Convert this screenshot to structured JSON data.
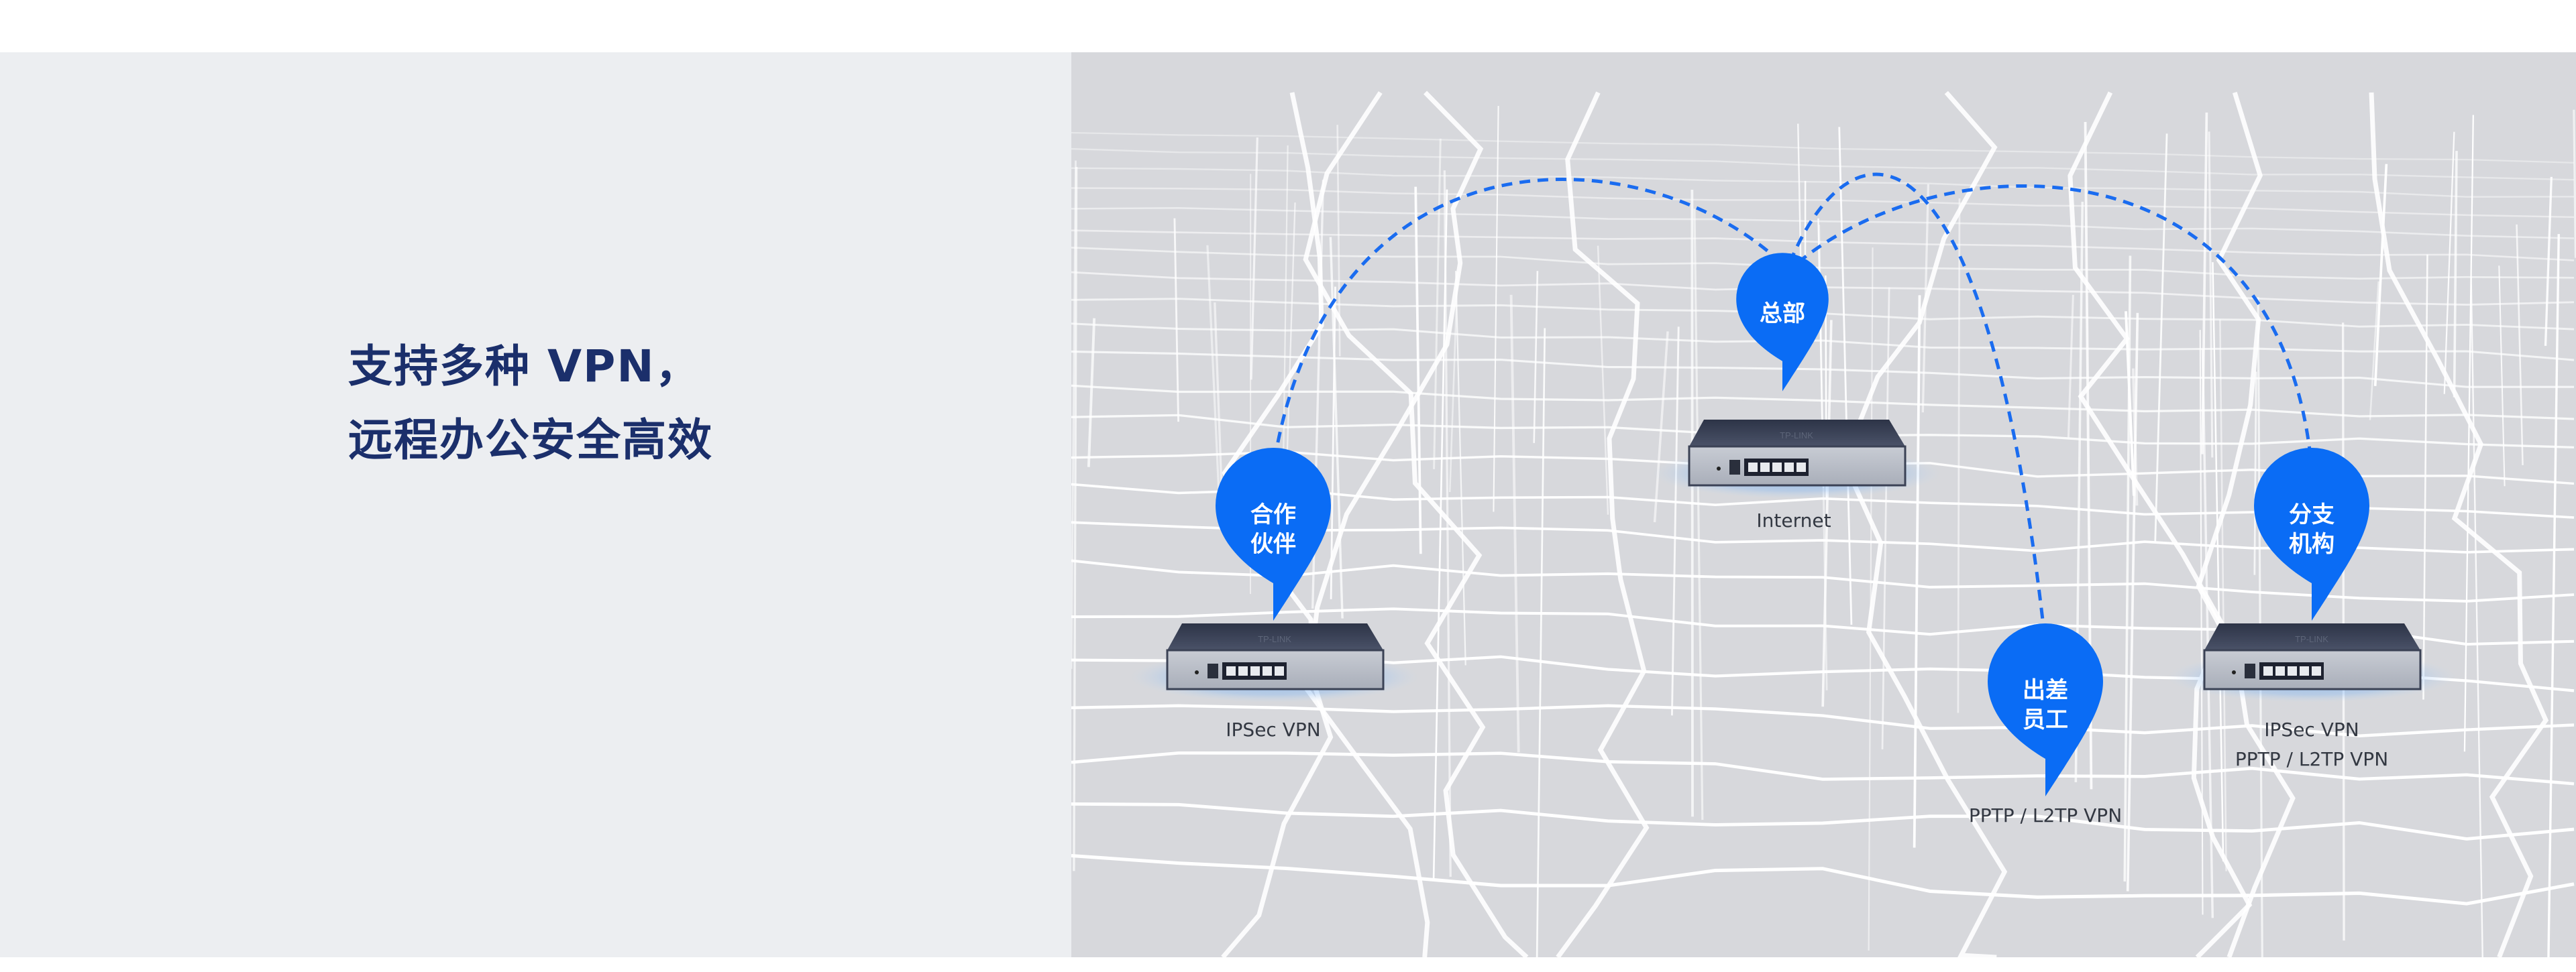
{
  "headline": {
    "line1": "支持多种 VPN，",
    "line2": "远程办公安全高效"
  },
  "pins": {
    "hq": {
      "line1": "总部",
      "line2": ""
    },
    "partner": {
      "line1": "合作",
      "line2": "伙伴"
    },
    "branch": {
      "line1": "分支",
      "line2": "机构"
    },
    "travel": {
      "line1": "出差",
      "line2": "员工"
    }
  },
  "labels": {
    "hq": "Internet",
    "partner": "IPSec VPN",
    "branch_line1": "IPSec VPN",
    "branch_line2": "PPTP / L2TP VPN",
    "travel": "PPTP / L2TP VPN"
  },
  "router_logo": "TP-LINK",
  "colors": {
    "accent": "#0a6cf5",
    "headline": "#1b2f6b",
    "map_bg": "#d7d8dc",
    "panel_bg": "#eceef1"
  }
}
